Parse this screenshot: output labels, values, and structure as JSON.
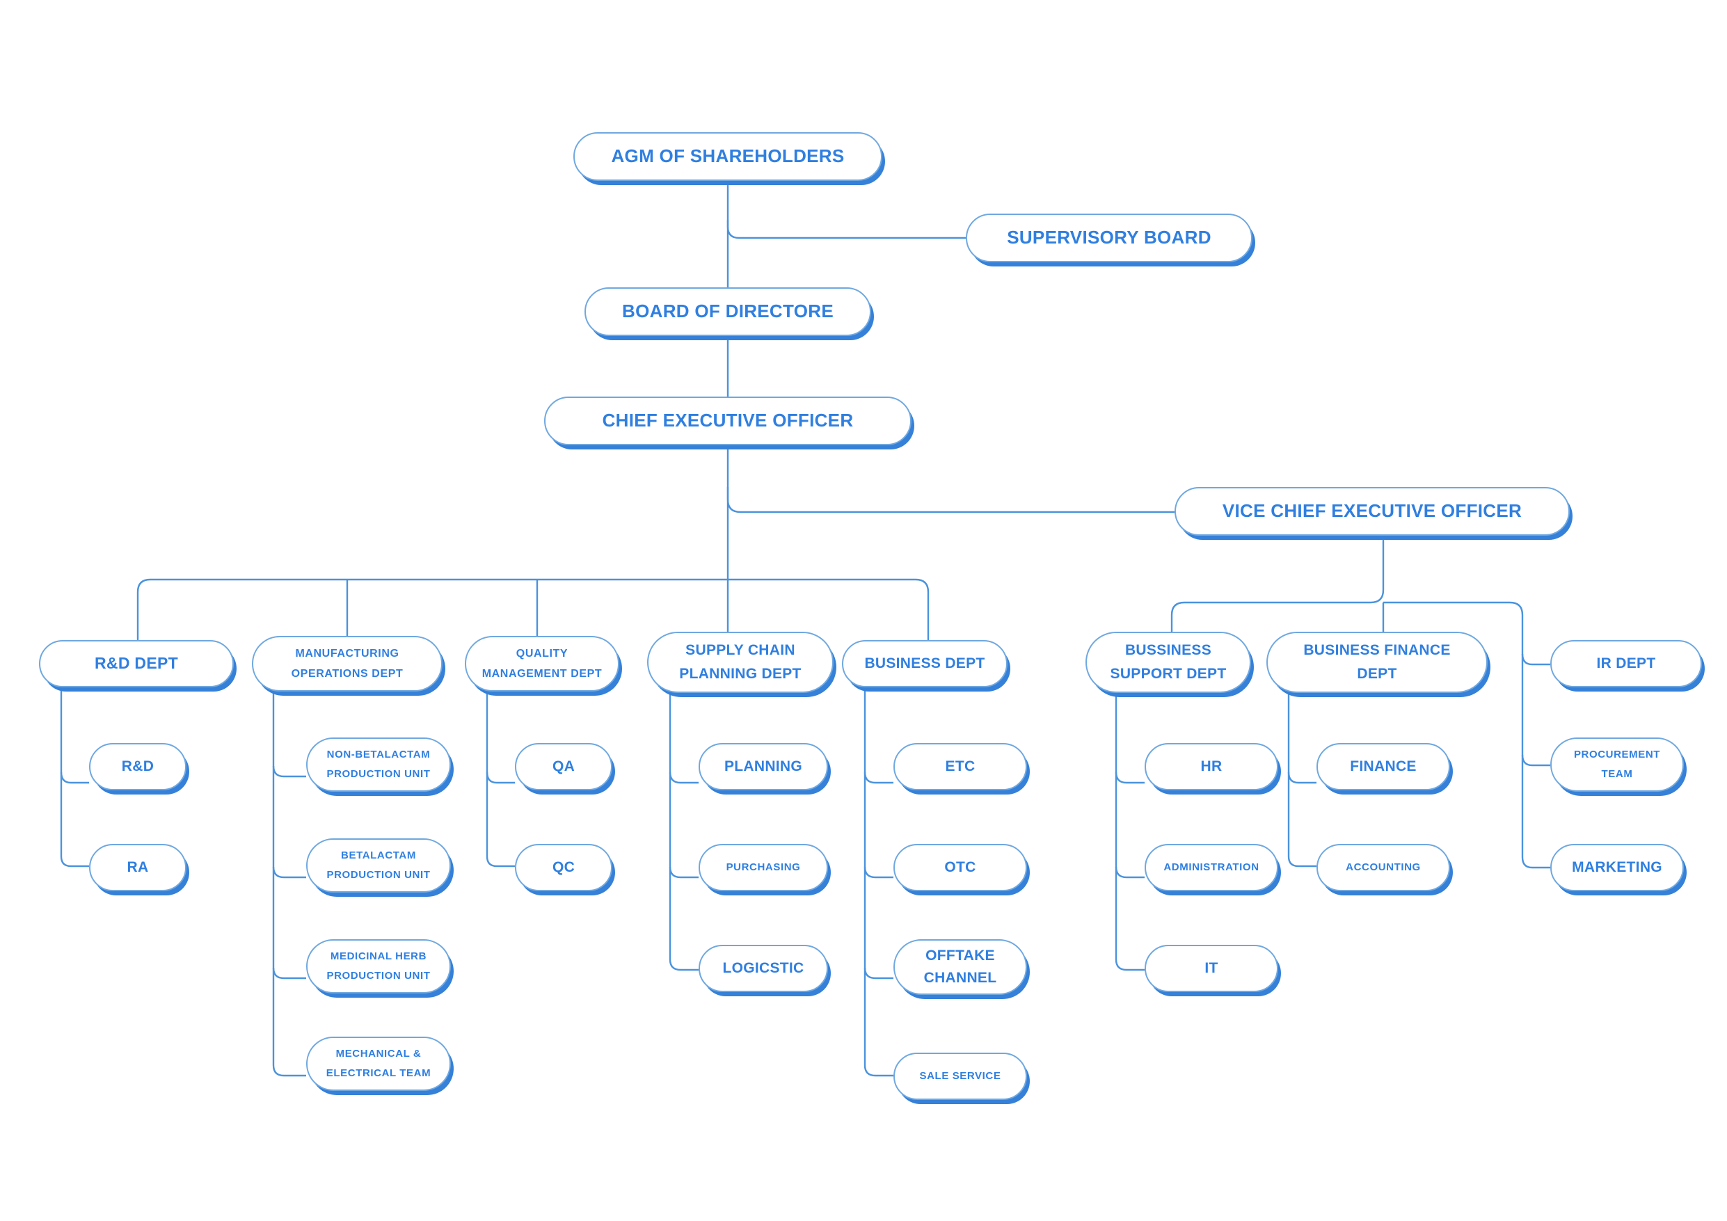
{
  "chart": {
    "title": "Organization Chart",
    "type": "org-chart",
    "colors": {
      "text": "#2f7fe0",
      "border": "#6fa8e0",
      "shadow": "#3580d8",
      "connector": "#4a93dd",
      "background": "#ffffff"
    }
  },
  "nodes": {
    "agm_of_shareholders": "AGM OF SHAREHOLDERS",
    "supervisory_board": "SUPERVISORY BOARD",
    "board_of_directore": "BOARD OF DIRECTORE",
    "chief_executive_officer": "CHIEF EXECUTIVE OFFICER",
    "vice_chief_executive_officer": "VICE CHIEF EXECUTIVE OFFICER",
    "rd_dept": "R&D DEPT",
    "rd": "R&D",
    "ra": "RA",
    "manufacturing_operations_dept_l1": "MANUFACTURING",
    "manufacturing_operations_dept_l2": "OPERATIONS DEPT",
    "non_betalactam_l1": "NON-BETALACTAM",
    "non_betalactam_l2": "PRODUCTION UNIT",
    "betalactam_l1": "BETALACTAM",
    "betalactam_l2": "PRODUCTION UNIT",
    "medicinal_herb_l1": "MEDICINAL HERB",
    "medicinal_herb_l2": "PRODUCTION UNIT",
    "mechanical_electrical_l1": "MECHANICAL &",
    "mechanical_electrical_l2": "ELECTRICAL TEAM",
    "quality_management_dept_l1": "QUALITY",
    "quality_management_dept_l2": "MANAGEMENT DEPT",
    "qa": "QA",
    "qc": "QC",
    "supply_chain_planning_dept_l1": "SUPPLY CHAIN",
    "supply_chain_planning_dept_l2": "PLANNING DEPT",
    "planning": "PLANNING",
    "purchasing": "PURCHASING",
    "logicstic": "LOGICSTIC",
    "business_dept": "BUSINESS DEPT",
    "etc": "ETC",
    "otc": "OTC",
    "offtake_channel_l1": "OFFTAKE",
    "offtake_channel_l2": "CHANNEL",
    "sale_service": "SALE SERVICE",
    "bussiness_support_dept_l1": "BUSSINESS",
    "bussiness_support_dept_l2": "SUPPORT DEPT",
    "hr": "HR",
    "administration": "ADMINISTRATION",
    "it": "IT",
    "business_finance_dept_l1": "BUSINESS FINANCE",
    "business_finance_dept_l2": "DEPT",
    "finance": "FINANCE",
    "accounting": "ACCOUNTING",
    "ir_dept": "IR DEPT",
    "procurement_team_l1": "PROCUREMENT",
    "procurement_team_l2": "TEAM",
    "marketing": "MARKETING"
  }
}
